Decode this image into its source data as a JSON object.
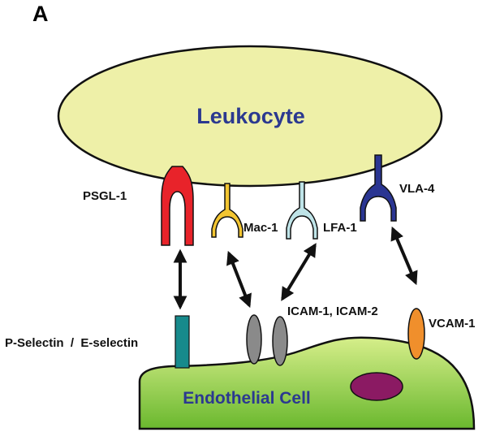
{
  "panel_label": "A",
  "leukocyte": {
    "label": "Leukocyte",
    "label_color": "#2b3990",
    "fill": "#eef0a8"
  },
  "endothelial_cell": {
    "label": "Endothelial Cell",
    "label_color": "#2b3990",
    "fill_light": "#d6ee8a",
    "fill_dark": "#6ab82e",
    "nucleus_color": "#8b1a63"
  },
  "leukocyte_receptors": [
    {
      "label": "PSGL-1",
      "color": "#e8232a"
    },
    {
      "label": "Mac-1",
      "color": "#f3c531"
    },
    {
      "label": "LFA-1",
      "color": "#bfe4e8"
    },
    {
      "label": "VLA-4",
      "color": "#2a3592"
    }
  ],
  "endothelial_ligands": [
    {
      "label": "P-Selectin  /  E-selectin",
      "color": "#178a8c"
    },
    {
      "label": "ICAM-1, ICAM-2",
      "color": "#8a8a8a"
    },
    {
      "label": "VCAM-1",
      "color": "#f08f2c"
    }
  ],
  "interactions": [
    {
      "from": "PSGL-1",
      "to": "P-Selectin  /  E-selectin"
    },
    {
      "from": "Mac-1",
      "to": "ICAM-1, ICAM-2"
    },
    {
      "from": "LFA-1",
      "to": "ICAM-1, ICAM-2"
    },
    {
      "from": "VLA-4",
      "to": "VCAM-1"
    }
  ]
}
